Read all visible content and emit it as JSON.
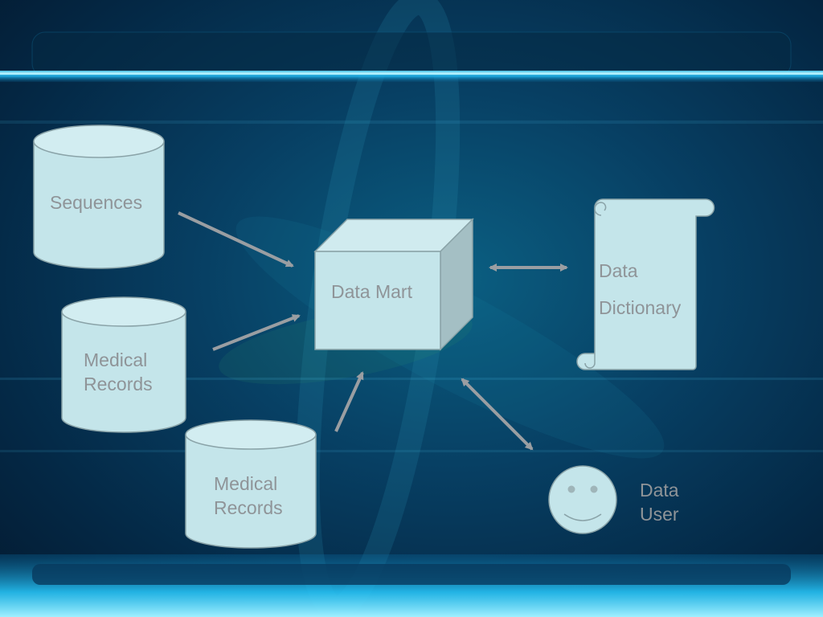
{
  "nodes": {
    "sequences": {
      "label": "Sequences"
    },
    "medical_records_1": {
      "line1": "Medical",
      "line2": "Records"
    },
    "medical_records_2": {
      "line1": "Medical",
      "line2": "Records"
    },
    "data_mart": {
      "label": "Data Mart"
    },
    "data_dictionary": {
      "line1": "Data",
      "line2": "Dictionary"
    },
    "data_user": {
      "line1": "Data",
      "line2": "User"
    }
  },
  "colors": {
    "shape_fill": "#c4e5ea",
    "shape_side": "#a4bfc4",
    "shape_stroke": "#8aa3a8",
    "arrow": "#9a9ea2",
    "label_text": "#8f9498",
    "accent_glow": "#3fd0ff"
  },
  "icons": {
    "cylinder": "database-icon",
    "cube": "cube-icon",
    "scroll": "scroll-icon",
    "smiley": "smiley-face-icon"
  }
}
